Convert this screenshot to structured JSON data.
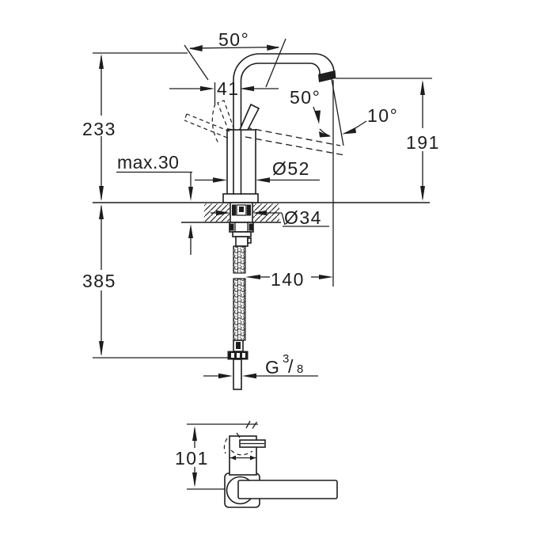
{
  "colors": {
    "line": "#1d1d1d",
    "background": "#ffffff"
  },
  "front_view": {
    "dim_height_overall": "233",
    "dim_max_mounting_thickness": "max.30",
    "dim_hose_length": "385",
    "dim_handle_offset": "41",
    "angle_handle_swing": "50°",
    "angle_spout_swivel": "50°",
    "angle_outlet": "10°",
    "dim_spout_height": "191",
    "dim_spout_reach": "140",
    "dia_body": "Ø52",
    "dia_mounting_hole": "Ø34",
    "thread": {
      "g": "G",
      "numerator": "3",
      "slash": "/",
      "denominator": "8"
    }
  },
  "bottom_view": {
    "dim_depth": "101"
  }
}
